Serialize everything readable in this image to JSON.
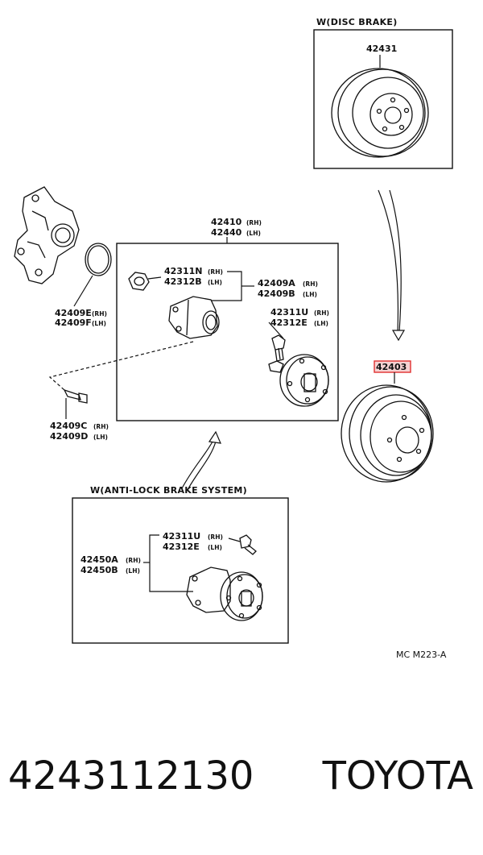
{
  "disc_box": {
    "title": "W(DISC  BRAKE)",
    "part": "42431"
  },
  "assembly": {
    "main_rh": "42410",
    "main_lh": "42440",
    "nut_rh": "42311N",
    "nut_lh": "42312B",
    "cap_rh": "42409A",
    "cap_lh": "42409B",
    "bolt_rh": "42311U",
    "bolt_lh": "42312E"
  },
  "oring": {
    "rh": "42409E",
    "lh": "42409F"
  },
  "hubbolt": {
    "rh": "42409C",
    "lh": "42409D"
  },
  "drum": {
    "part": "42403",
    "highlight_color": "#e03030"
  },
  "abs_box": {
    "title": "W(ANTI-LOCK  BRAKE  SYSTEM)",
    "bolt_rh": "42311U",
    "bolt_lh": "42312E",
    "hub_rh": "42450A",
    "hub_lh": "42450B"
  },
  "labels": {
    "rh": "(RH)",
    "lh": "(LH)"
  },
  "ref_code": "MC  M223-A",
  "footer": {
    "part_number": "4243112130",
    "brand": "TOYOTA"
  }
}
